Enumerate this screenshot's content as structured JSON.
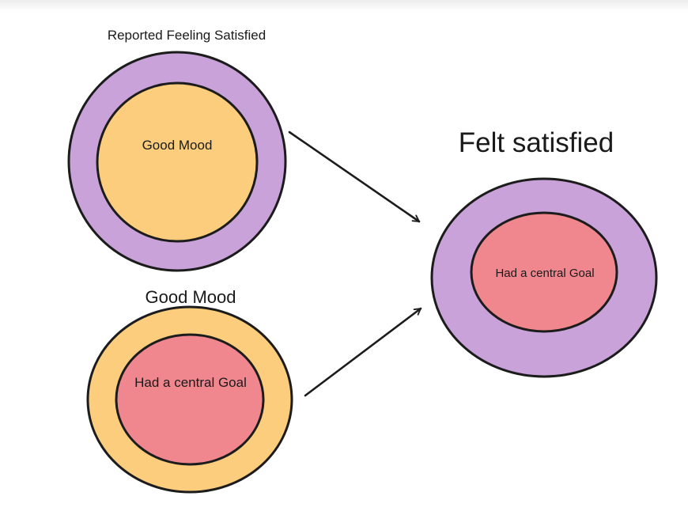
{
  "colors": {
    "purple": "#C8A2D8",
    "orange": "#FBCD7D",
    "pink": "#F0878F",
    "stroke": "#1c1c1c",
    "text": "#1a1a1a"
  },
  "diagram": {
    "top_group": {
      "title": "Reported Feeling Satisfied",
      "outer_fill": "purple",
      "inner_label": "Good Mood",
      "inner_fill": "orange"
    },
    "bottom_group": {
      "title": "Good Mood",
      "outer_fill": "orange",
      "inner_label": "Had a central Goal",
      "inner_fill": "pink"
    },
    "result_group": {
      "title": "Felt satisfied",
      "outer_fill": "purple",
      "inner_label": "Had a central Goal",
      "inner_fill": "pink"
    },
    "arrows": [
      {
        "from": "top_group",
        "to": "result_group"
      },
      {
        "from": "bottom_group",
        "to": "result_group"
      }
    ]
  }
}
